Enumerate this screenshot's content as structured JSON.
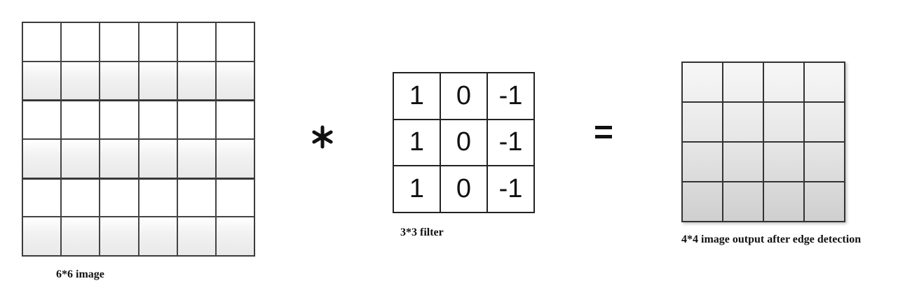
{
  "input_image": {
    "caption": "6*6 image",
    "rows": 6,
    "cols": 6
  },
  "operator": {
    "symbol": "convolution"
  },
  "filter": {
    "caption": "3*3 filter",
    "values": [
      [
        "1",
        "0",
        "-1"
      ],
      [
        "1",
        "0",
        "-1"
      ],
      [
        "1",
        "0",
        "-1"
      ]
    ]
  },
  "equals": {
    "symbol": "equals"
  },
  "output_image": {
    "caption": "4*4 image output after edge detection",
    "rows": 4,
    "cols": 4
  }
}
